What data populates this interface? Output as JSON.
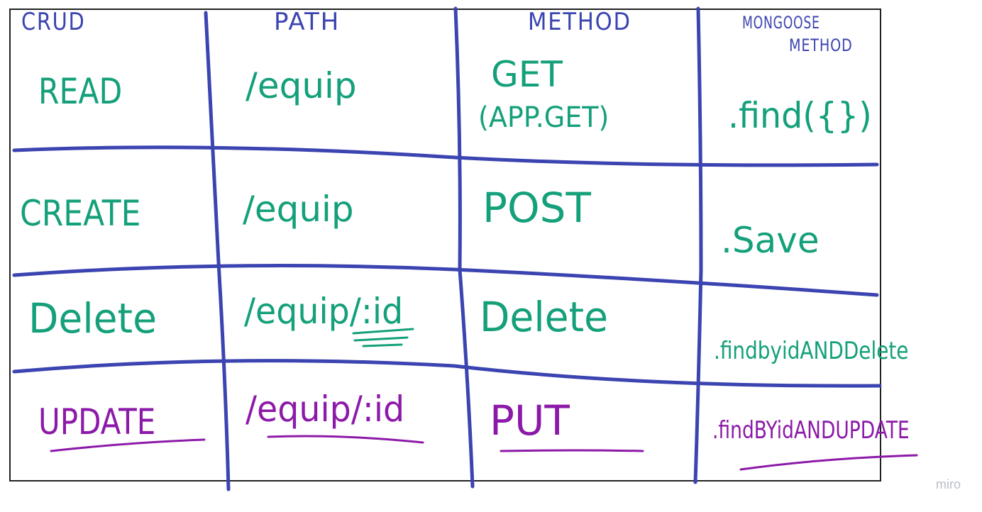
{
  "headers": {
    "crud": "CRUD",
    "path": "PATH",
    "method": "METHOD",
    "mongoose_line1": "MONGOOSE",
    "mongoose_line2": "METHOD"
  },
  "rows": [
    {
      "crud": "READ",
      "path": "/equip",
      "method_line1": "GET",
      "method_line2": "(APP.GET)",
      "mongoose": ".find({})"
    },
    {
      "crud": "CREATE",
      "path": "/equip",
      "method_line1": "POST",
      "method_line2": "",
      "mongoose": ".Save"
    },
    {
      "crud": "Delete",
      "path": "/equip/:id",
      "method_line1": "Delete",
      "method_line2": "",
      "mongoose": ".findbyidANDDelete"
    },
    {
      "crud": "UPDATE",
      "path": "/equip/:id",
      "method_line1": "PUT",
      "method_line2": "",
      "mongoose": ".findBYidANDUPDATE"
    }
  ],
  "colors": {
    "grid": "#3b44b0",
    "teal": "#14a07a",
    "purple": "#8c1aa8",
    "border": "#222222"
  },
  "brand": "miro"
}
